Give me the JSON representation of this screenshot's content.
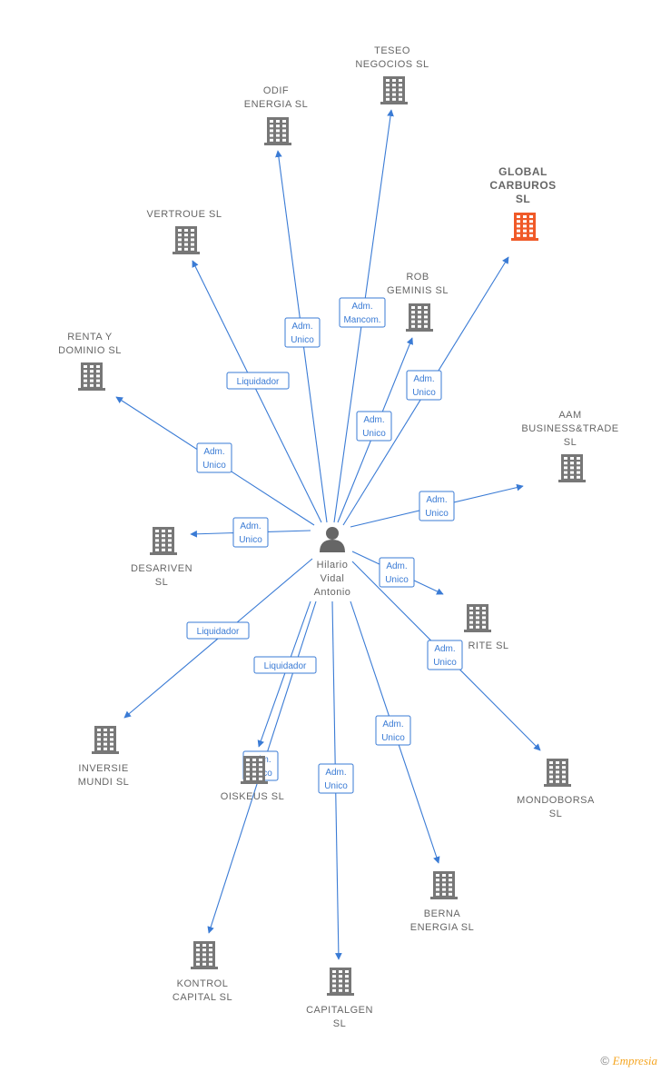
{
  "colors": {
    "edge": "#3a7bd5",
    "company": "#777777",
    "highlight": "#f05a28",
    "person": "#666666"
  },
  "center": {
    "name": "center-person",
    "lines": [
      "Hilario",
      "Vidal",
      "Antonio"
    ]
  },
  "nodes": [
    {
      "id": "teseo",
      "lines": [
        "TESEO",
        "NEGOCIOS  SL"
      ]
    },
    {
      "id": "odif",
      "lines": [
        "ODIF",
        "ENERGIA  SL"
      ]
    },
    {
      "id": "global",
      "lines": [
        "GLOBAL",
        "CARBUROS",
        "SL"
      ],
      "highlight": true
    },
    {
      "id": "vertroue",
      "lines": [
        "VERTROUE SL"
      ]
    },
    {
      "id": "rob",
      "lines": [
        "ROB",
        "GEMINIS  SL"
      ]
    },
    {
      "id": "renta",
      "lines": [
        "RENTA Y",
        "DOMINIO  SL"
      ]
    },
    {
      "id": "aam",
      "lines": [
        "AAM",
        "BUSINESS&TRADE",
        "SL"
      ]
    },
    {
      "id": "desariven",
      "lines": [
        "DESARIVEN",
        "SL"
      ]
    },
    {
      "id": "rite",
      "lines": [
        "RITE  SL"
      ]
    },
    {
      "id": "inversie",
      "lines": [
        "INVERSIE",
        "MUNDI SL"
      ]
    },
    {
      "id": "oiskeus",
      "lines": [
        "OISKEUS SL"
      ]
    },
    {
      "id": "mondoborsa",
      "lines": [
        "MONDOBORSA",
        "SL"
      ]
    },
    {
      "id": "berna",
      "lines": [
        "BERNA",
        "ENERGIA  SL"
      ]
    },
    {
      "id": "kontrol",
      "lines": [
        "KONTROL",
        "CAPITAL  SL"
      ]
    },
    {
      "id": "capitalgen",
      "lines": [
        "CAPITALGEN",
        "SL"
      ]
    }
  ],
  "edges": [
    {
      "to": "teseo",
      "lines": [
        "Adm.",
        "Mancom."
      ]
    },
    {
      "to": "odif",
      "lines": [
        "Adm.",
        "Unico"
      ]
    },
    {
      "to": "global",
      "lines": [
        "Adm.",
        "Unico"
      ]
    },
    {
      "to": "vertroue",
      "lines": [
        "Liquidador"
      ]
    },
    {
      "to": "rob",
      "lines": [
        "Adm.",
        "Unico"
      ]
    },
    {
      "to": "renta",
      "lines": [
        "Adm.",
        "Unico"
      ]
    },
    {
      "to": "aam",
      "lines": [
        "Adm.",
        "Unico"
      ]
    },
    {
      "to": "desariven",
      "lines": [
        "Adm.",
        "Unico"
      ]
    },
    {
      "to": "rite",
      "lines": [
        "Adm.",
        "Unico"
      ]
    },
    {
      "to": "mondoborsa",
      "lines": [
        "Adm.",
        "Unico"
      ]
    },
    {
      "to": "inversie",
      "lines": [
        "Liquidador"
      ]
    },
    {
      "to": "oiskeus",
      "lines": [
        "Liquidador"
      ]
    },
    {
      "to": "kontrol",
      "lines": [
        "Adm.",
        "Unico"
      ]
    },
    {
      "to": "capitalgen",
      "lines": [
        "Adm.",
        "Unico"
      ]
    },
    {
      "to": "berna",
      "lines": [
        "Adm.",
        "Unico"
      ]
    }
  ],
  "footer": {
    "symbol": "©",
    "brand": "Empresia"
  }
}
